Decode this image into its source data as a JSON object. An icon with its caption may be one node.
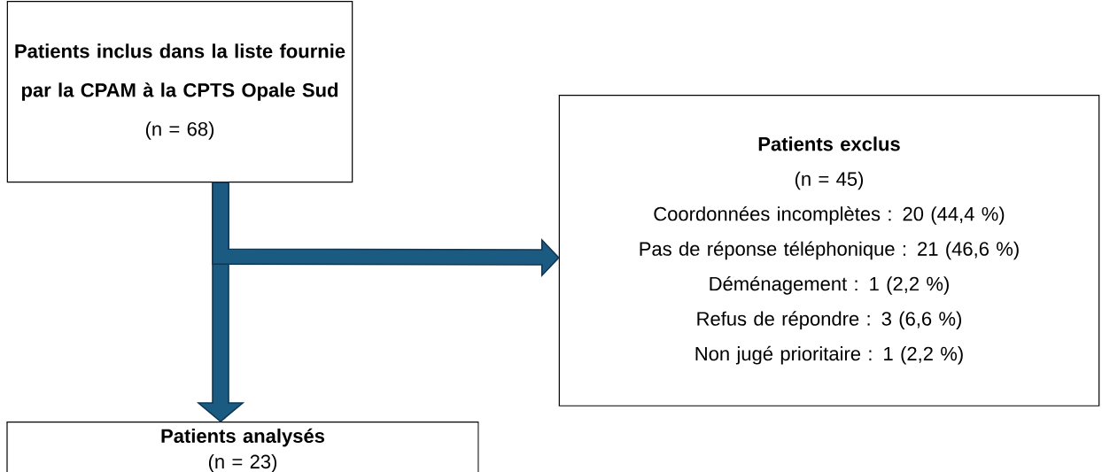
{
  "diagram": {
    "nodes": [
      {
        "text": [
          "**Patients inclus dans la liste fournie par la CPAM à la CPTS Opale Sud**",
          "(n = 68)"
        ]
      },
      {
        "text": [
          "**Patients exclus**",
          "(n = 45)",
          "Coordonnées incomplètes : 20 (44,4 %)",
          "Pas de réponse téléphonique : 21 (46,6 %)",
          "Déménagement : 1 (2,2 %)",
          "Refus de répondre : 3 (6,6 %)",
          "Non jugé prioritaire : 1 (2,2 %)"
        ]
      },
      {
        "text": [
          "**Patients analysés**",
          "(n = 23)"
        ]
      }
    ],
    "edges": [
      {
        "from": 0,
        "to": 1,
        "arrow": "to"
      },
      {
        "from": 0,
        "to": 2,
        "arrow": "to"
      }
    ]
  }
}
